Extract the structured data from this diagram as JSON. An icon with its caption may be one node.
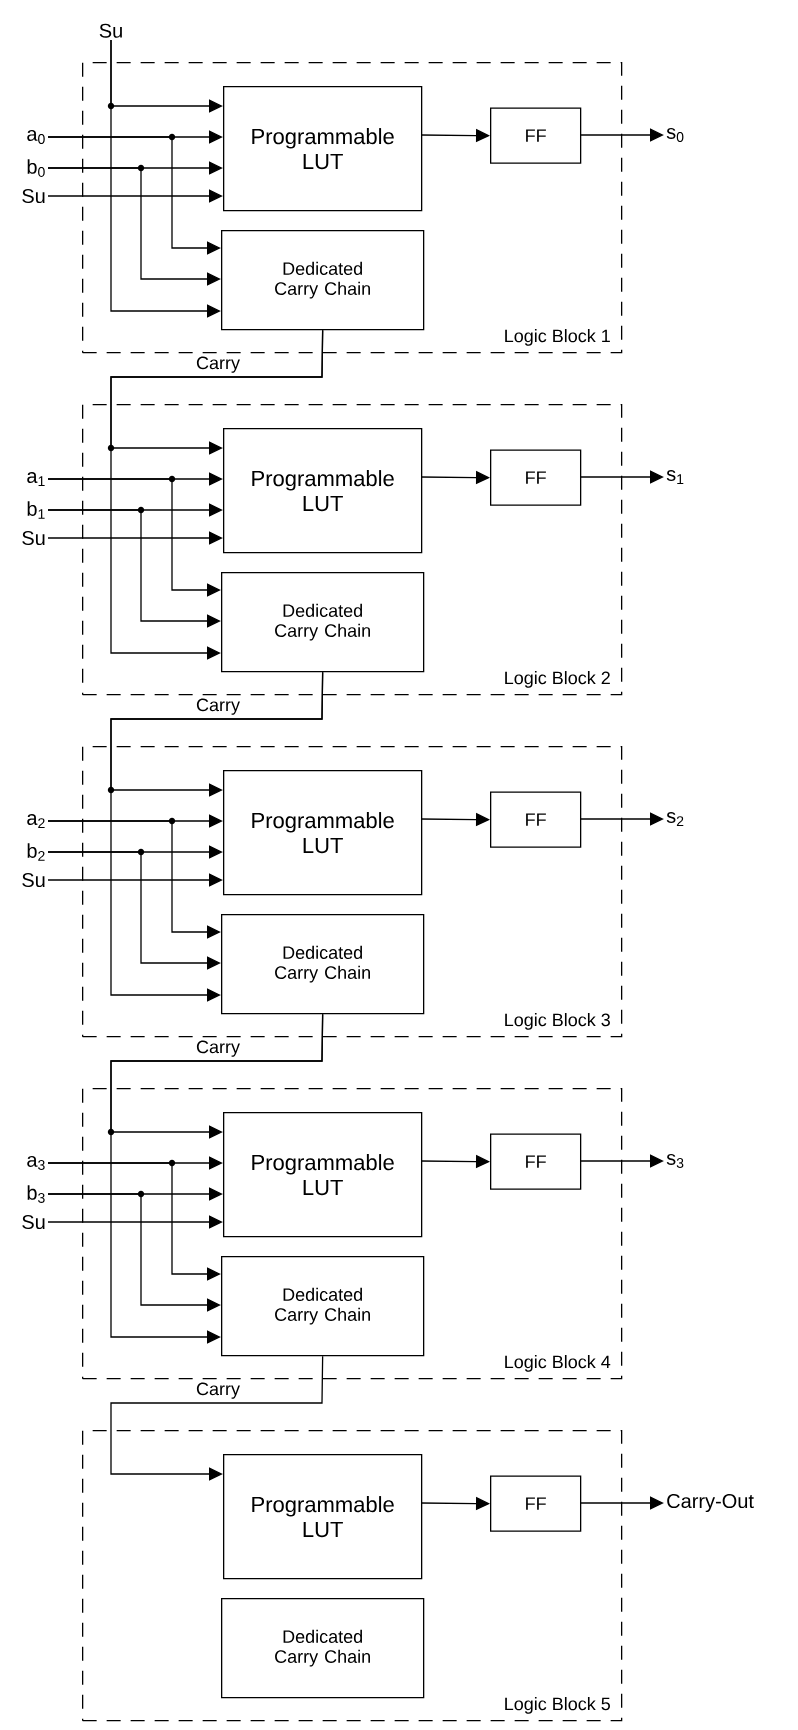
{
  "diagram": {
    "nodes": [
      {
        "text": [
          "Su"
        ]
      },
      {
        "text": [
          "a$_{0}$"
        ]
      },
      {
        "text": [
          "b$_{0}$"
        ]
      },
      {
        "text": [
          "Su"
        ]
      },
      {
        "text": [
          "Logic Block 1"
        ]
      },
      {
        "text": [
          "Programmable LUT"
        ],
        "in": 4
      },
      {
        "text": [
          "Dedicated Carry Chain"
        ],
        "in": 4
      },
      {
        "text": [
          "FF"
        ],
        "in": 4
      },
      {
        "text": [
          "s$_{0}$"
        ]
      },
      {
        "text": [
          "a$_{1}$"
        ]
      },
      {
        "text": [
          "b$_{1}$"
        ]
      },
      {
        "text": [
          "Su"
        ]
      },
      {
        "text": [
          "Logic Block 2"
        ]
      },
      {
        "text": [
          "Programmable LUT"
        ],
        "in": 12
      },
      {
        "text": [
          "Dedicated Carry Chain"
        ],
        "in": 12
      },
      {
        "text": [
          "FF"
        ],
        "in": 12
      },
      {
        "text": [
          "s$_{1}$"
        ]
      },
      {
        "text": [
          "a$_{2}$"
        ]
      },
      {
        "text": [
          "b$_{2}$"
        ]
      },
      {
        "text": [
          "Su"
        ]
      },
      {
        "text": [
          "Logic Block 3"
        ]
      },
      {
        "text": [
          "Programmable LUT"
        ],
        "in": 20
      },
      {
        "text": [
          "Dedicated Carry Chain"
        ],
        "in": 20
      },
      {
        "text": [
          "FF"
        ],
        "in": 20
      },
      {
        "text": [
          "s$_{2}$"
        ]
      },
      {
        "text": [
          "a$_{3}$"
        ]
      },
      {
        "text": [
          "b$_{3}$"
        ]
      },
      {
        "text": [
          "Su"
        ]
      },
      {
        "text": [
          "Logic Block 4"
        ]
      },
      {
        "text": [
          "Programmable LUT"
        ],
        "in": 28
      },
      {
        "text": [
          "Dedicated Carry Chain"
        ],
        "in": 28
      },
      {
        "text": [
          "FF"
        ],
        "in": 28
      },
      {
        "text": [
          "s$_{3}$"
        ]
      },
      {
        "text": [
          "Logic Block 5"
        ]
      },
      {
        "text": [
          "Programmable LUT"
        ],
        "in": 33
      },
      {
        "text": [
          "Dedicated Carry Chain"
        ],
        "in": 33
      },
      {
        "text": [
          "FF"
        ],
        "in": 33
      },
      {
        "text": [
          "Carry-Out"
        ]
      }
    ],
    "edges": [
      {
        "from": 0,
        "to": 5,
        "arrow": "to"
      },
      {
        "from": 0,
        "to": 6,
        "arrow": "to"
      },
      {
        "from": 1,
        "to": 5,
        "arrow": "to"
      },
      {
        "from": 1,
        "to": 6,
        "arrow": "to"
      },
      {
        "from": 2,
        "to": 5,
        "arrow": "to"
      },
      {
        "from": 2,
        "to": 6,
        "arrow": "to"
      },
      {
        "from": 3,
        "to": 5,
        "arrow": "to"
      },
      {
        "from": 5,
        "to": 7,
        "arrow": "to"
      },
      {
        "from": 7,
        "to": 8,
        "arrow": "to"
      },
      {
        "from": 6,
        "to": 13,
        "arrow": "to",
        "label": "Carry"
      },
      {
        "from": 6,
        "to": 14,
        "arrow": "to"
      },
      {
        "from": 9,
        "to": 13,
        "arrow": "to"
      },
      {
        "from": 9,
        "to": 14,
        "arrow": "to"
      },
      {
        "from": 10,
        "to": 13,
        "arrow": "to"
      },
      {
        "from": 10,
        "to": 14,
        "arrow": "to"
      },
      {
        "from": 11,
        "to": 13,
        "arrow": "to"
      },
      {
        "from": 13,
        "to": 15,
        "arrow": "to"
      },
      {
        "from": 15,
        "to": 16,
        "arrow": "to"
      },
      {
        "from": 14,
        "to": 21,
        "arrow": "to",
        "label": "Carry"
      },
      {
        "from": 14,
        "to": 22,
        "arrow": "to"
      },
      {
        "from": 17,
        "to": 21,
        "arrow": "to"
      },
      {
        "from": 17,
        "to": 22,
        "arrow": "to"
      },
      {
        "from": 18,
        "to": 21,
        "arrow": "to"
      },
      {
        "from": 18,
        "to": 22,
        "arrow": "to"
      },
      {
        "from": 19,
        "to": 21,
        "arrow": "to"
      },
      {
        "from": 21,
        "to": 23,
        "arrow": "to"
      },
      {
        "from": 23,
        "to": 24,
        "arrow": "to"
      },
      {
        "from": 22,
        "to": 29,
        "arrow": "to",
        "label": "Carry"
      },
      {
        "from": 22,
        "to": 30,
        "arrow": "to"
      },
      {
        "from": 25,
        "to": 29,
        "arrow": "to"
      },
      {
        "from": 25,
        "to": 30,
        "arrow": "to"
      },
      {
        "from": 26,
        "to": 29,
        "arrow": "to"
      },
      {
        "from": 26,
        "to": 30,
        "arrow": "to"
      },
      {
        "from": 27,
        "to": 29,
        "arrow": "to"
      },
      {
        "from": 29,
        "to": 31,
        "arrow": "to"
      },
      {
        "from": 31,
        "to": 32,
        "arrow": "to"
      },
      {
        "from": 30,
        "to": 34,
        "arrow": "to",
        "label": "Carry"
      },
      {
        "from": 34,
        "to": 36,
        "arrow": "to"
      },
      {
        "from": 36,
        "to": 37,
        "arrow": "to"
      }
    ]
  }
}
